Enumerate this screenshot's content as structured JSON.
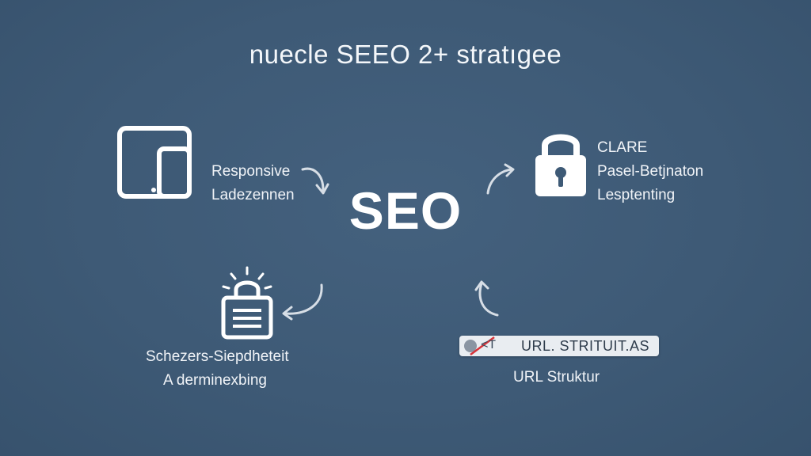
{
  "title": "nuecle SEEO 2+ stratıgee",
  "center": {
    "label": "SEO"
  },
  "nodes": {
    "top_left": {
      "icon": "devices-icon",
      "lines": [
        "Responsive",
        "Ladezennen"
      ]
    },
    "top_right": {
      "icon": "padlock-icon",
      "lines": [
        "CLARE",
        "Pasel-Betjnaton",
        "Lesptenting"
      ]
    },
    "bottom_left": {
      "icon": "document-bot-icon",
      "lines": [
        "Schezers-Siepdheteit",
        "A derminexbing"
      ]
    },
    "bottom_right": {
      "icon": "url-bar-icon",
      "url_tag": "<T",
      "url_text": "URL. STRITUIT.AS",
      "lines": [
        "URL Struktur"
      ]
    }
  },
  "colors": {
    "background": "#3e5a76",
    "foreground": "#ffffff",
    "slash": "#d8343a"
  }
}
